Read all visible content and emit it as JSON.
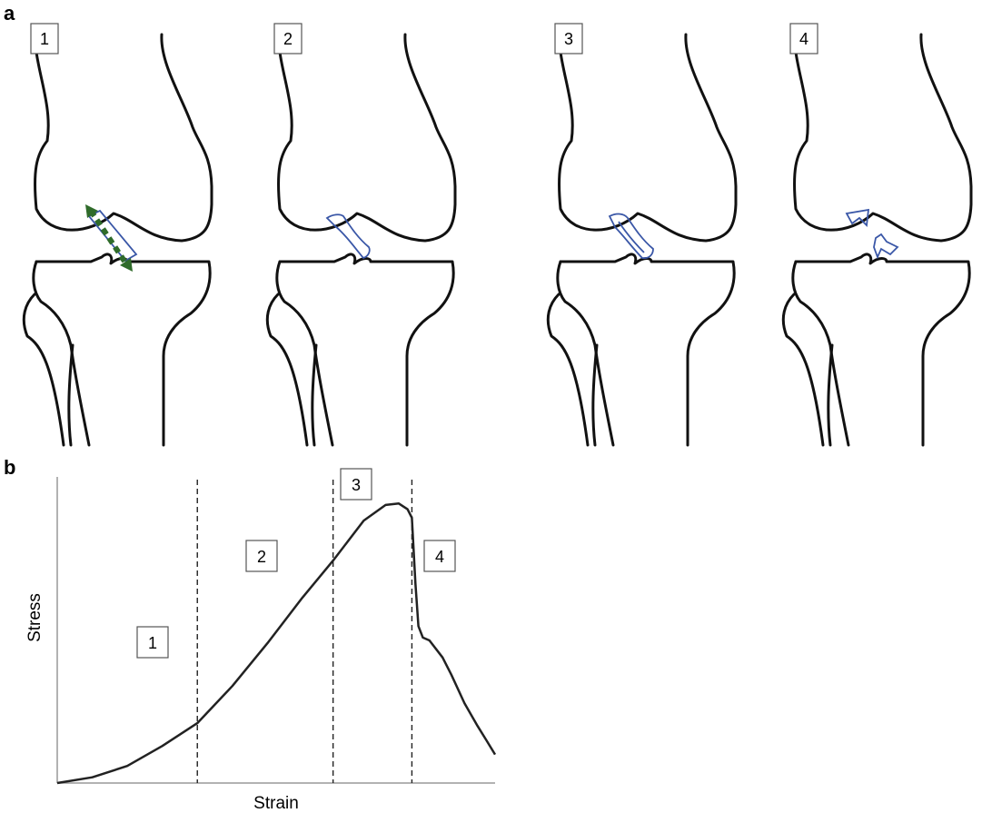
{
  "figure": {
    "panel_a": {
      "letter": "a",
      "stages": [
        {
          "label": "1"
        },
        {
          "label": "2"
        },
        {
          "label": "3"
        },
        {
          "label": "4"
        }
      ]
    },
    "panel_b": {
      "letter": "b",
      "region_labels": [
        "1",
        "2",
        "3",
        "4"
      ]
    }
  },
  "chart_data": {
    "type": "line",
    "xlabel": "Strain",
    "ylabel": "Stress",
    "xlim": [
      0,
      100
    ],
    "ylim": [
      0,
      100
    ],
    "regions": [
      {
        "label": "1",
        "x_from": 0,
        "x_to": 32
      },
      {
        "label": "2",
        "x_from": 32,
        "x_to": 63
      },
      {
        "label": "3",
        "x_from": 63,
        "x_to": 81
      },
      {
        "label": "4",
        "x_from": 81,
        "x_to": 100
      }
    ],
    "region_boundaries_x": [
      32,
      63,
      81
    ],
    "series": [
      {
        "x": [
          0,
          8,
          16,
          24,
          32,
          40,
          48,
          56,
          63,
          70,
          75,
          78,
          80,
          81,
          81.8,
          82.5,
          83.5,
          85,
          88,
          90,
          93,
          96,
          98,
          100
        ],
        "values": [
          0,
          2,
          6,
          13,
          21,
          34,
          49,
          65,
          78,
          92,
          97.5,
          98,
          96,
          93,
          70,
          55,
          51,
          50,
          44,
          38,
          28,
          20,
          15,
          10
        ]
      }
    ],
    "grid": false,
    "legend": "none"
  }
}
